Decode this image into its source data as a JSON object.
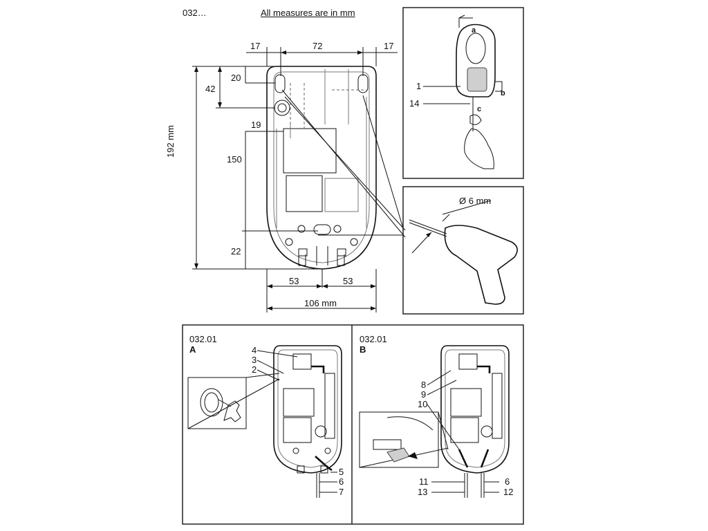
{
  "header": {
    "code": "032…",
    "note": "All measures are in mm"
  },
  "top_drawing": {
    "dim_left_17": "17",
    "dim_72": "72",
    "dim_right_17": "17",
    "dim_20": "20",
    "dim_42": "42",
    "dim_19": "19",
    "dim_150": "150",
    "dim_192": "192 mm",
    "dim_22": "22",
    "dim_53_left": "53",
    "dim_53_right": "53",
    "dim_106": "106 mm"
  },
  "detail_top_right": {
    "label_a": "a",
    "label_b": "b",
    "label_c": "c",
    "label_1": "1",
    "label_14": "14"
  },
  "detail_drill": {
    "diameter": "Ø 6 mm"
  },
  "panel_a": {
    "code": "032.01",
    "letter": "A",
    "labels": [
      "4",
      "3",
      "2",
      "5",
      "6",
      "7"
    ]
  },
  "panel_b": {
    "code": "032.01",
    "letter": "B",
    "labels": [
      "8",
      "9",
      "10",
      "11",
      "13",
      "6",
      "12"
    ]
  }
}
